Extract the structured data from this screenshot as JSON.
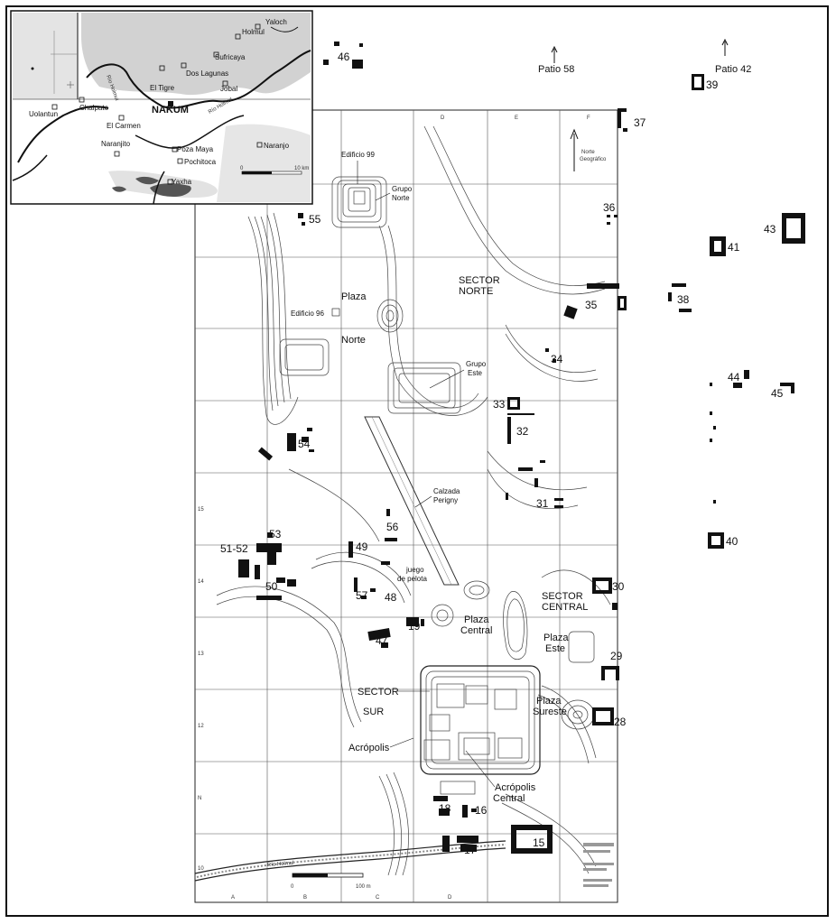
{
  "inset": {
    "places": [
      "Yaloch",
      "Holmul",
      "Sufricaya",
      "Dos Lagunas",
      "El Tigre",
      "Jobal",
      "Chalpate",
      "NAKUM",
      "Uolantun",
      "El Carmen",
      "Naranjito",
      "Poza Maya",
      "Pochitoca",
      "Naranjo",
      "Yaxha"
    ],
    "rivers": [
      "Río Holmul",
      "Río Holmul"
    ],
    "scale": [
      "0",
      "10 km"
    ]
  },
  "grid": {
    "columns_top": [
      "D",
      "E",
      "F"
    ],
    "columns_bottom": [
      "A",
      "B",
      "C",
      "D"
    ],
    "rows": [
      "15",
      "14",
      "13",
      "12",
      "N",
      "10"
    ]
  },
  "north_label": [
    "Norte",
    "Geográfico"
  ],
  "arrows": [
    "Patio 58",
    "Patio 42"
  ],
  "labels": {
    "edificio99": "Edificio 99",
    "grupo_norte": [
      "Grupo",
      "Norte"
    ],
    "plaza_norte": [
      "Plaza",
      "Norte"
    ],
    "edificio96": "Edificio 96",
    "sector_norte": [
      "SECTOR",
      "NORTE"
    ],
    "grupo_este": [
      "Grupo",
      "Este"
    ],
    "calzada": [
      "Calzada",
      "Perigny"
    ],
    "juego": [
      "juego",
      "de pelota"
    ],
    "plaza_central": [
      "Plaza",
      "Central"
    ],
    "sector_central": [
      "SECTOR",
      "CENTRAL"
    ],
    "plaza_este": [
      "Plaza",
      "Este"
    ],
    "plaza_sureste": [
      "Plaza",
      "Sureste"
    ],
    "sector_sur": [
      "SECTOR",
      "SUR"
    ],
    "acropolis": "Acrópolis",
    "acropolis_central": [
      "Acrópolis",
      "Central"
    ],
    "rio": "Río Holmul",
    "scale": [
      "0",
      "100 m"
    ]
  },
  "structures": [
    "46",
    "39",
    "37",
    "36",
    "43",
    "41",
    "38",
    "35",
    "34",
    "44",
    "45",
    "33",
    "32",
    "31",
    "40",
    "55",
    "54",
    "56",
    "53",
    "51-52",
    "49",
    "50",
    "57",
    "48",
    "47",
    "19",
    "30",
    "29",
    "28",
    "18",
    "16",
    "17",
    "15"
  ]
}
